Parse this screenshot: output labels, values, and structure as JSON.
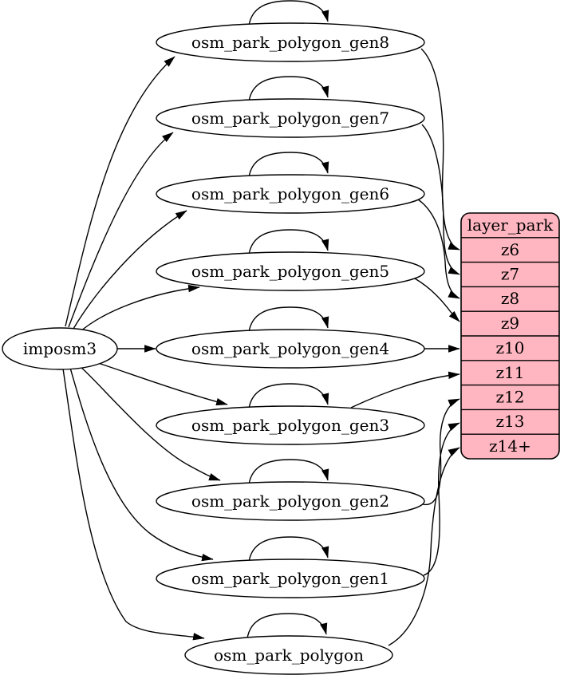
{
  "diagram": {
    "source": {
      "label": "imposm3"
    },
    "tables": [
      {
        "label": "osm_park_polygon_gen8",
        "zoom_row": "z6"
      },
      {
        "label": "osm_park_polygon_gen7",
        "zoom_row": "z7"
      },
      {
        "label": "osm_park_polygon_gen6",
        "zoom_row": "z8"
      },
      {
        "label": "osm_park_polygon_gen5",
        "zoom_row": "z9"
      },
      {
        "label": "osm_park_polygon_gen4",
        "zoom_row": "z10"
      },
      {
        "label": "osm_park_polygon_gen3",
        "zoom_row": "z11"
      },
      {
        "label": "osm_park_polygon_gen2",
        "zoom_row": "z12"
      },
      {
        "label": "osm_park_polygon_gen1",
        "zoom_row": "z13"
      },
      {
        "label": "osm_park_polygon",
        "zoom_row": "z14+"
      }
    ],
    "layer": {
      "title": "layer_park",
      "rows": [
        "z6",
        "z7",
        "z8",
        "z9",
        "z10",
        "z11",
        "z12",
        "z13",
        "z14+"
      ]
    },
    "colors": {
      "layer_fill": "#ffb6c1",
      "node_fill": "#ffffff",
      "stroke": "#000000",
      "background": "#ffffff"
    }
  }
}
